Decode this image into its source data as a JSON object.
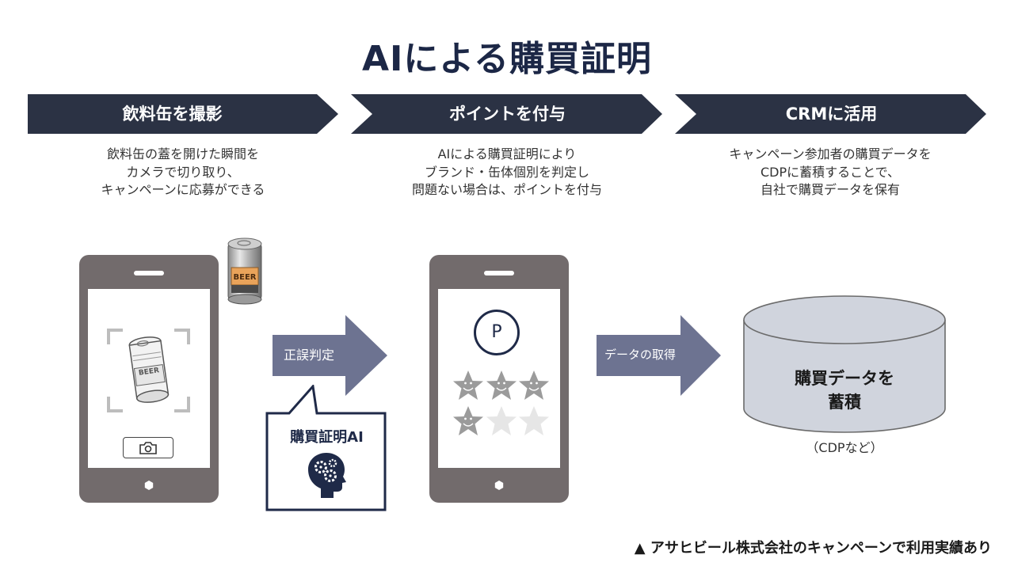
{
  "title": "AIによる購買証明",
  "steps": [
    {
      "label": "飲料缶を撮影",
      "desc": [
        "飲料缶の蓋を開けた瞬間を",
        "カメラで切り取り、",
        "キャンペーンに応募ができる"
      ]
    },
    {
      "label": "ポイントを付与",
      "desc": [
        "AIによる購買証明により",
        "ブランド・缶体個別を判定し",
        "問題ない場合は、ポイントを付与"
      ]
    },
    {
      "label": "CRMに活用",
      "desc": [
        "キャンペーン参加者の購買データを",
        "CDPに蓄積することで、",
        "自社で購買データを保有"
      ]
    }
  ],
  "flow": {
    "arrow1_label": "正誤判定",
    "arrow2_label": "データの取得",
    "ai_box_label": "購買証明AI",
    "point_symbol": "P",
    "can_label": "BEER",
    "db_label_line1": "購買データを",
    "db_label_line2": "蓄積",
    "db_caption": "（CDPなど）"
  },
  "footer": "▲ アサヒビール株式会社のキャンペーンで利用実績あり",
  "colors": {
    "navy": "#2b3244",
    "title": "#1c2746",
    "phone": "#726b6c",
    "arrow": "#6d7391",
    "db": "#d0d4dd"
  },
  "icons": [
    "camera-icon",
    "ai-head-gear-icon",
    "smiley-star-icon",
    "empty-star-icon",
    "beer-can-icon"
  ]
}
